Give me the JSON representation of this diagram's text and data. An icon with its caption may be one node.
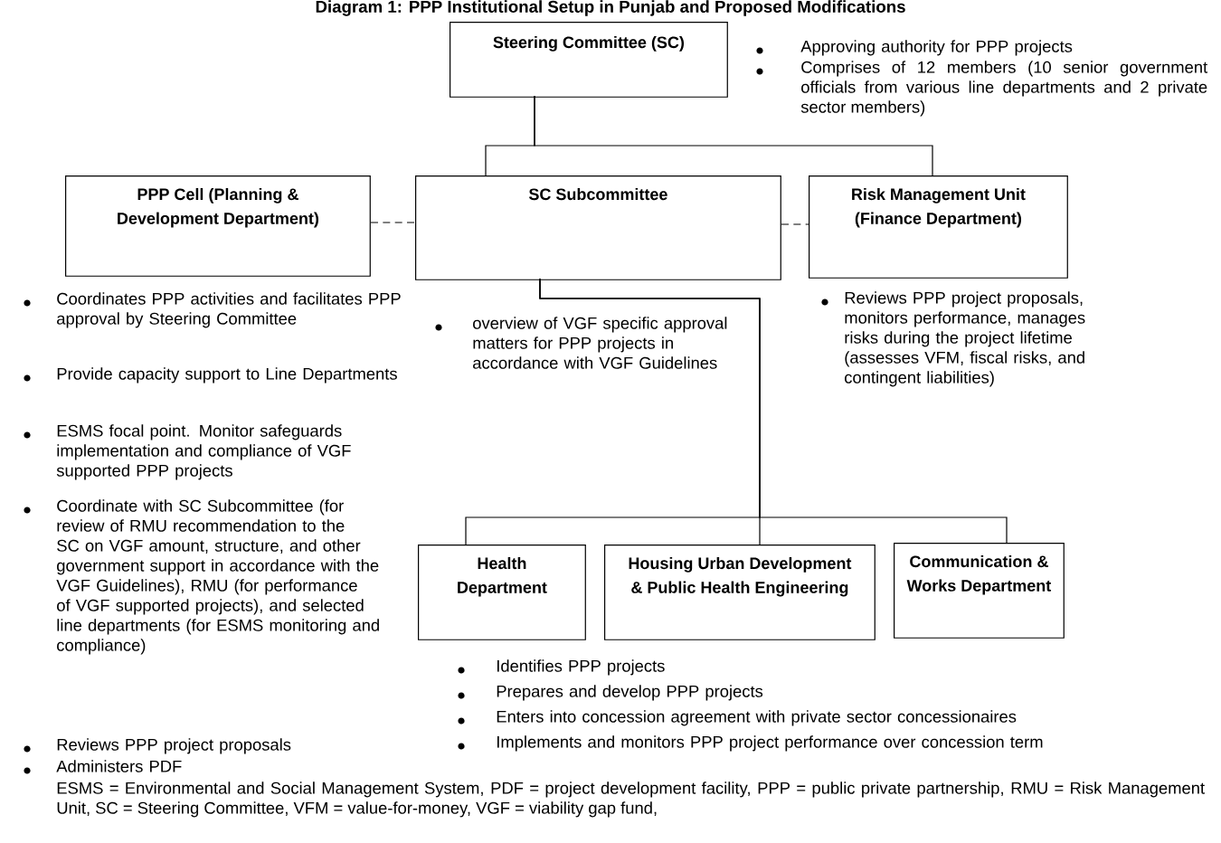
{
  "diagram": {
    "title": "Diagram 1: PPP Institutional Setup in Punjab and Proposed Modifications",
    "caption": "ESMS = Environmental and Social Management System, PDF = project development facility, PPP = public private partnership, RMU = Risk Management Unit, SC = Steering Committee, VFM = value-for-money, VGF = viability gap fund,",
    "nodes": [
      {
        "text": [
          "Steering Committee (SC)"
        ],
        "beside": [
          "Approving authority for PPP projects",
          "Comprises of 12 members (10 senior government officials from various line departments and 2 private sector members)"
        ]
      },
      {
        "text": [
          "PPP Cell (Planning & Development Department)"
        ],
        "beside": [
          "Coordinates PPP activities and facilitates PPP approval by Steering Committee",
          "Provide capacity support to Line Departments",
          "ESMS focal point. Monitor safeguards implementation and compliance of VGF supported PPP projects",
          "Coordinate with SC Subcommittee (for review of RMU recommendation to the SC on VGF amount, structure, and other government support in accordance with the VGF Guidelines), RMU (for performance of VGF supported projects), and selected line departments (for ESMS monitoring and compliance)",
          "Reviews PPP project proposals",
          "Administers PDF"
        ]
      },
      {
        "text": [
          "SC Subcommittee"
        ],
        "beside": [
          "overview of VGF specific approval matters for PPP projects in accordance with VGF Guidelines"
        ]
      },
      {
        "text": [
          "Risk Management Unit (Finance Department)"
        ],
        "beside": [
          "Reviews PPP project proposals, monitors performance, manages risks during the project lifetime (assesses VFM, fiscal risks, and contingent liabilities)"
        ]
      },
      {
        "text": [
          "Health Department"
        ]
      },
      {
        "text": [
          "Housing Urban Development & Public Health Engineering"
        ]
      },
      {
        "text": [
          "Communication & Works Department"
        ]
      }
    ],
    "edges": [
      {
        "from": 0,
        "to": 2,
        "arrow": "none"
      },
      {
        "from": 0,
        "to": 3,
        "arrow": "none"
      },
      {
        "from": 1,
        "to": 2,
        "arrow": "none",
        "style": "dashed"
      },
      {
        "from": 2,
        "to": 3,
        "arrow": "none",
        "style": "dashed"
      },
      {
        "from": 2,
        "to": 4,
        "arrow": "none"
      },
      {
        "from": 2,
        "to": 5,
        "arrow": "none"
      },
      {
        "from": 2,
        "to": 6,
        "arrow": "none"
      }
    ],
    "labels": [
      "Identifies PPP projects",
      "Prepares and develop PPP projects",
      "Enters into concession agreement with private sector concessionaires",
      "Implements and monitors PPP project performance over concession term"
    ]
  }
}
